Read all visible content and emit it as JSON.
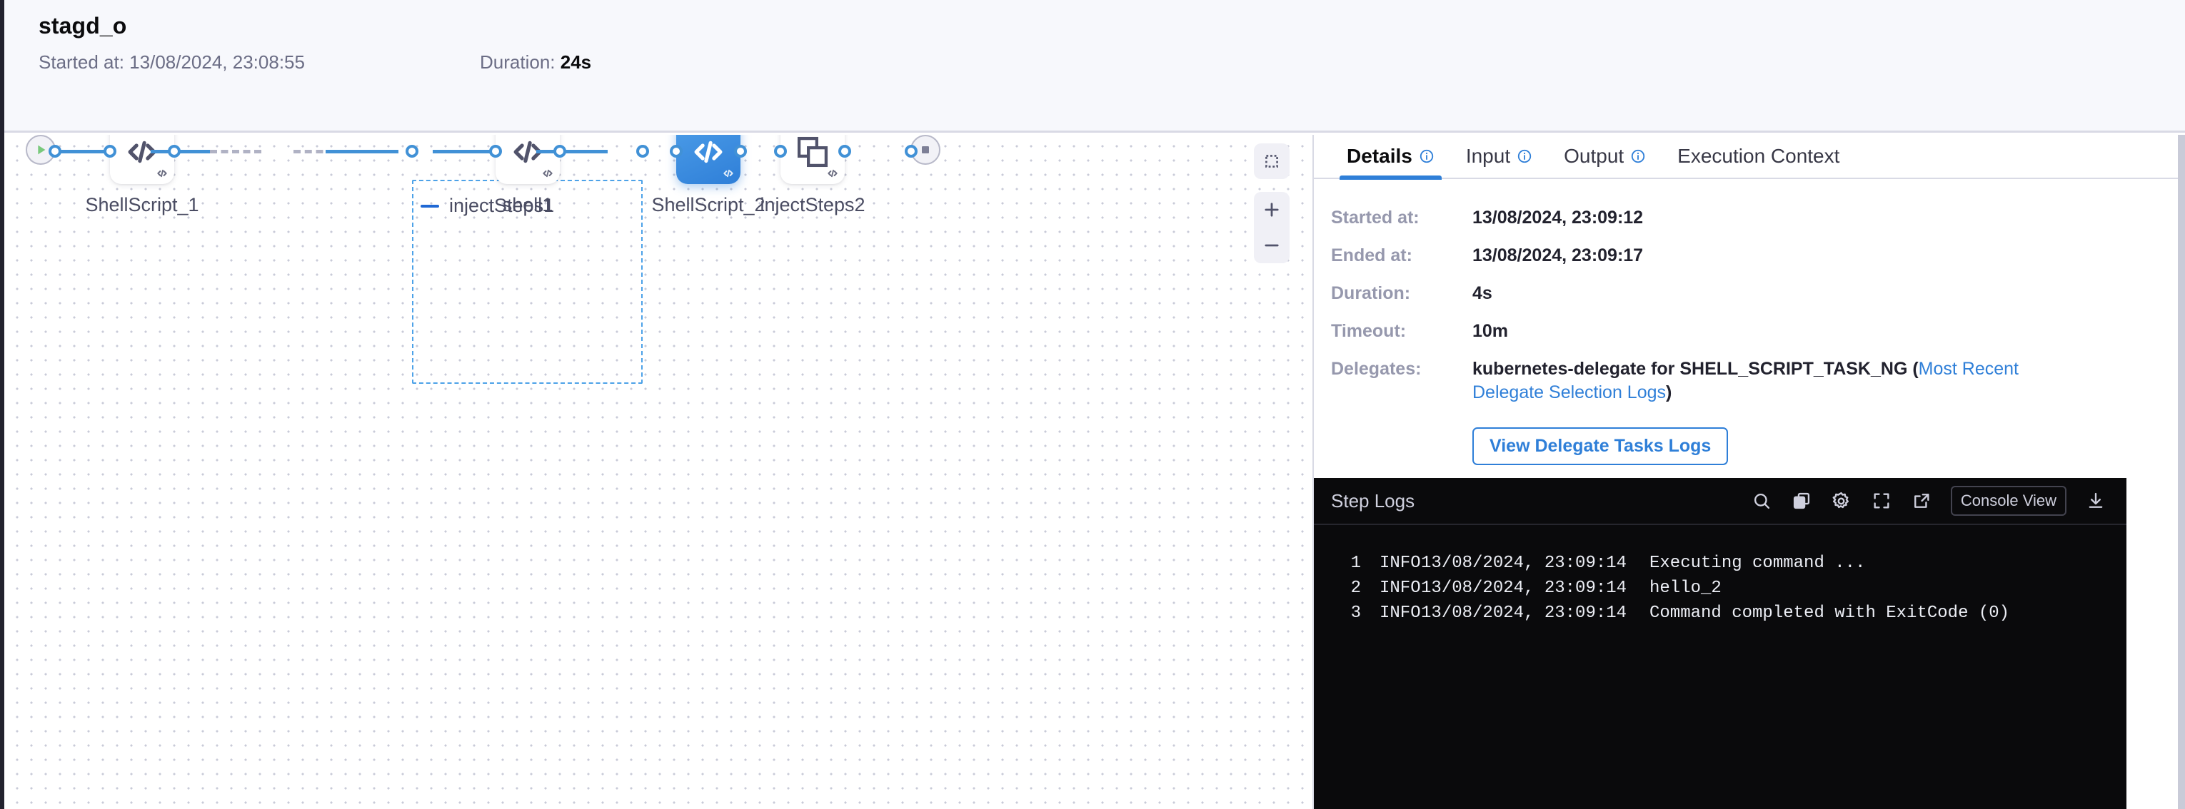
{
  "header": {
    "title": "stagd_o",
    "started_label": "Started at: 13/08/2024, 23:08:55",
    "duration_label": "Duration: ",
    "duration_value": "24s"
  },
  "canvas": {
    "group": {
      "title": "injectSteps1",
      "collapse_icon": "minus-icon"
    },
    "nodes": [
      {
        "label": "ShellScript_1",
        "icon": "code-icon",
        "status": "success-check-icon",
        "selected": false
      },
      {
        "label": "shell1",
        "icon": "code-icon",
        "status": "success-check-icon",
        "selected": false
      },
      {
        "label": "ShellScript_2",
        "icon": "code-icon",
        "status": "success-check-icon",
        "selected": true
      },
      {
        "label": "injectSteps2",
        "icon": "stack-squares-icon",
        "status": "success-check-icon",
        "selected": false
      }
    ],
    "terminals": {
      "start": "play-icon",
      "end": "stop-icon"
    },
    "controls": [
      {
        "name": "fit-to-screen-button",
        "icon": "fullscreen-icon"
      },
      {
        "name": "selection-box-button",
        "icon": "dashed-square-icon"
      },
      {
        "name": "zoom-in-button",
        "icon": "plus-icon"
      },
      {
        "name": "zoom-out-button",
        "icon": "minus-icon"
      }
    ]
  },
  "panel": {
    "tabs": [
      {
        "label": "Details",
        "has_info": true,
        "active": true
      },
      {
        "label": "Input",
        "has_info": true,
        "active": false
      },
      {
        "label": "Output",
        "has_info": true,
        "active": false
      },
      {
        "label": "Execution Context",
        "has_info": false,
        "active": false
      }
    ],
    "details": {
      "started_label": "Started at:",
      "started_value": "13/08/2024, 23:09:12",
      "ended_label": "Ended at:",
      "ended_value": "13/08/2024, 23:09:17",
      "duration_label": "Duration:",
      "duration_value": "4s",
      "timeout_label": "Timeout:",
      "timeout_value": "10m",
      "delegates_label": "Delegates:",
      "delegates_value_prefix": "kubernetes-delegate for SHELL_SCRIPT_TASK_NG (",
      "delegates_link": "Most Recent Delegate Selection Logs",
      "delegates_value_suffix": ")",
      "view_logs_button": "View Delegate Tasks Logs"
    }
  },
  "logs": {
    "title": "Step Logs",
    "console_view_label": "Console View",
    "tools": [
      {
        "name": "search-icon"
      },
      {
        "name": "copy-icon"
      },
      {
        "name": "gear-icon"
      },
      {
        "name": "expand-icon"
      },
      {
        "name": "external-link-icon"
      },
      {
        "name": "download-icon"
      }
    ],
    "lines": [
      {
        "num": "1",
        "level": "INFO",
        "time": "13/08/2024, 23:09:14",
        "message": "Executing command ..."
      },
      {
        "num": "2",
        "level": "INFO",
        "time": "13/08/2024, 23:09:14",
        "message": "hello_2"
      },
      {
        "num": "3",
        "level": "INFO",
        "time": "13/08/2024, 23:09:14",
        "message": "Command completed with ExitCode (0)"
      }
    ]
  },
  "colors": {
    "accent": "#2f7fd8",
    "success": "#5cb85c",
    "group_border": "#4da2e8",
    "log_bg": "#0a0a0c"
  }
}
